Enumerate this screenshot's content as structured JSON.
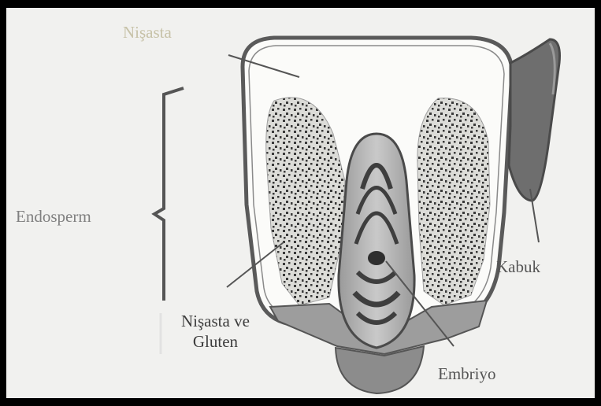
{
  "figure": {
    "labels": {
      "starch": "Nişasta",
      "endosperm": "Endosperm",
      "starch_gluten_line1": "Nişasta ve",
      "starch_gluten_line2": "Gluten",
      "hull": "Kabuk",
      "embryo": "Embriyo"
    },
    "colors": {
      "frame_border": "#000000",
      "background": "#f1f1ef",
      "outline": "#5a5a5a",
      "stipple": "#3a3a3a",
      "embryo_fill": "#bdbdbd",
      "embryo_rings": "#3e3e3e",
      "hull_fill": "#6e6e6e"
    }
  }
}
